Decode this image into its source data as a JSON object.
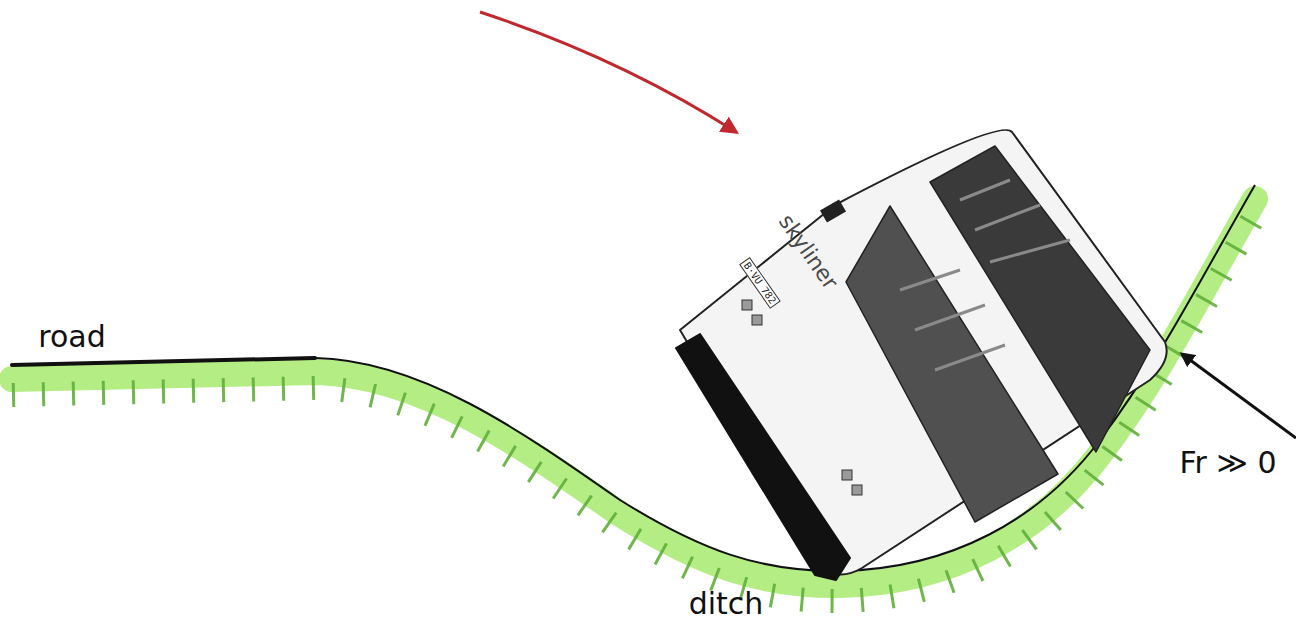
{
  "diagram": {
    "labels": [
      "road",
      "skyliner",
      "B·VU 782",
      "Fr ≫ 0",
      "ditch"
    ]
  }
}
